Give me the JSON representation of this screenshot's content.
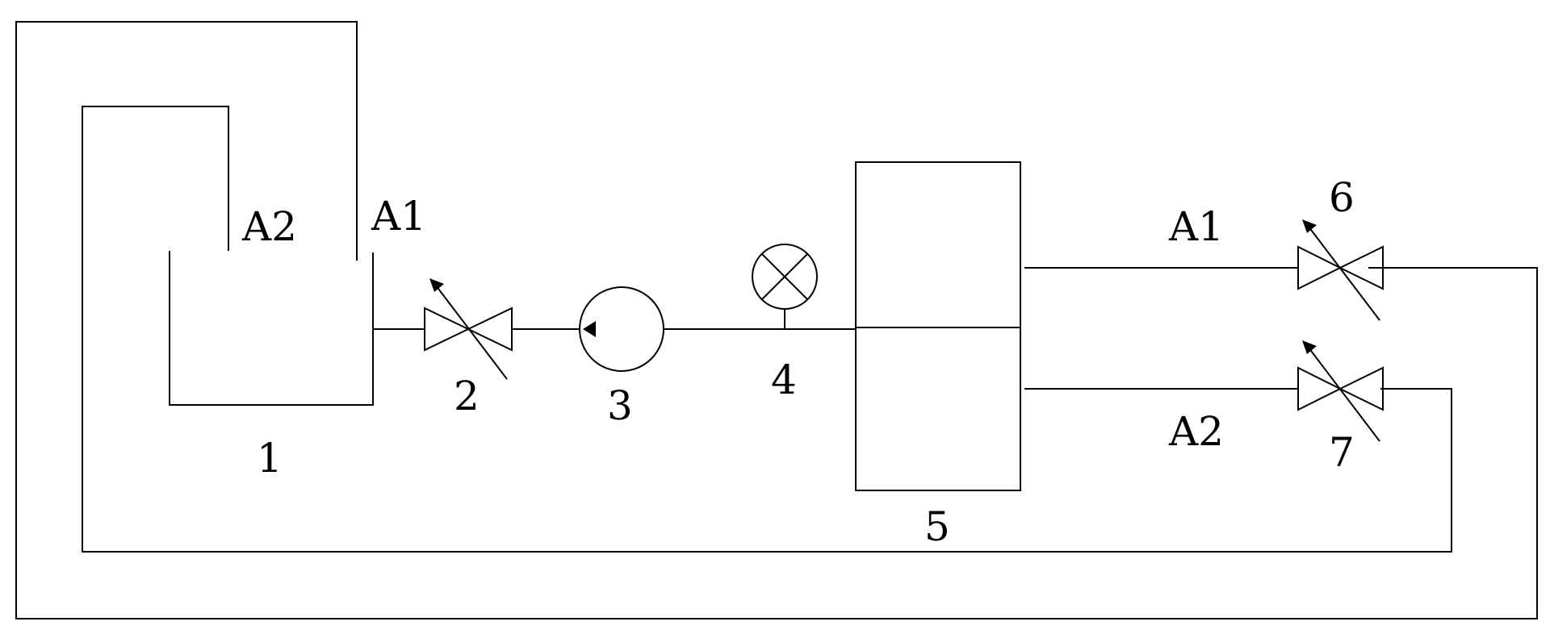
{
  "labels": {
    "tank_port_a2": "A2",
    "tank_port_a1": "A1",
    "tank": "1",
    "valve_2": "2",
    "pump": "3",
    "gauge": "4",
    "block": "5",
    "valve_6": "6",
    "valve_7": "7",
    "line_a1": "A1",
    "line_a2": "A2"
  },
  "colors": {
    "line": "#000000",
    "background": "#ffffff"
  }
}
